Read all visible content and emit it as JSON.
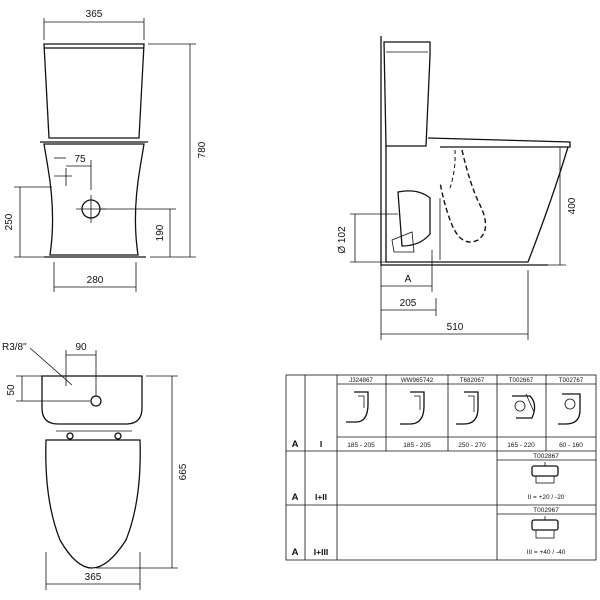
{
  "front_view": {
    "width_top": "365",
    "height_total": "780",
    "inlet_offset": "75",
    "outlet_height": "250",
    "inlet_height": "190",
    "base_width": "280"
  },
  "side_view": {
    "rim_height": "400",
    "outlet_diameter": "Ø 102",
    "outlet_distance_label": "A",
    "outlet_distance": "205",
    "depth_total": "510"
  },
  "top_view": {
    "thread": "R3/8\"",
    "inlet_offset": "90",
    "inlet_depth": "50",
    "length": "665",
    "width": "365"
  },
  "connector_table": {
    "products": [
      "J324867",
      "WW965742",
      "T682067",
      "T002667",
      "T002767"
    ],
    "rows": [
      {
        "code": "A",
        "variant": "I",
        "ranges": [
          "185 - 205",
          "185 - 205",
          "250 - 270",
          "165 - 220",
          "60 - 160"
        ]
      },
      {
        "code": "A",
        "variant": "I+II",
        "part": "T002867",
        "adjust": "II = +20 / -20"
      },
      {
        "code": "A",
        "variant": "I+III",
        "part": "T002967",
        "adjust": "III = +40 / -40"
      }
    ]
  }
}
